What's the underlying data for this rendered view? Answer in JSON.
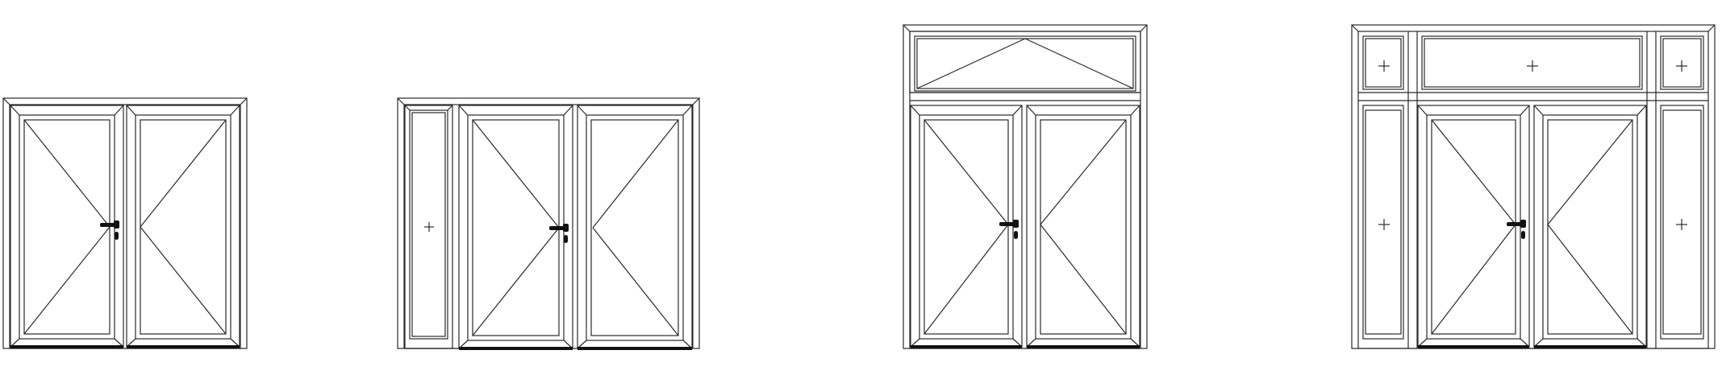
{
  "colors": {
    "line": "#2a2a2a",
    "hardware": "#111111",
    "background": "#ffffff"
  },
  "diagrams": [
    {
      "name": "double-door",
      "leaves": [
        {
          "opening": "left-hinged",
          "handle": true
        },
        {
          "opening": "right-hinged",
          "handle": false
        }
      ],
      "sidelight_left": false,
      "sidelight_right": false,
      "transom": "none"
    },
    {
      "name": "double-door-with-left-sidelight",
      "leaves": [
        {
          "opening": "left-hinged",
          "handle": true
        },
        {
          "opening": "right-hinged",
          "handle": false
        }
      ],
      "sidelight_left": true,
      "sidelight_right": false,
      "transom": "none"
    },
    {
      "name": "double-door-with-transom",
      "leaves": [
        {
          "opening": "left-hinged",
          "handle": true
        },
        {
          "opening": "right-hinged",
          "handle": false
        }
      ],
      "sidelight_left": false,
      "sidelight_right": false,
      "transom": "bottom-hinged"
    },
    {
      "name": "double-door-with-sidelights-and-transoms",
      "leaves": [
        {
          "opening": "left-hinged",
          "handle": true
        },
        {
          "opening": "right-hinged",
          "handle": false
        }
      ],
      "sidelight_left": true,
      "sidelight_right": true,
      "transom": "fixed-three-part"
    }
  ]
}
